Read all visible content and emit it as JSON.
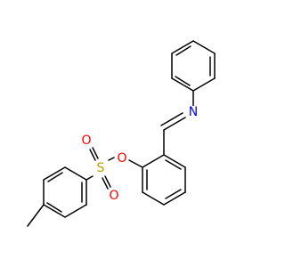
{
  "molecule": {
    "atoms": [
      {
        "id": "N1",
        "label": "N",
        "color": "#0000ff"
      },
      {
        "id": "O1",
        "label": "O",
        "color": "#ff0000"
      },
      {
        "id": "S1",
        "label": "S",
        "color": "#b8a000"
      },
      {
        "id": "O2",
        "label": "O",
        "color": "#ff0000"
      },
      {
        "id": "O3",
        "label": "O",
        "color": "#ff0000"
      }
    ],
    "bond_color": "#000000"
  }
}
